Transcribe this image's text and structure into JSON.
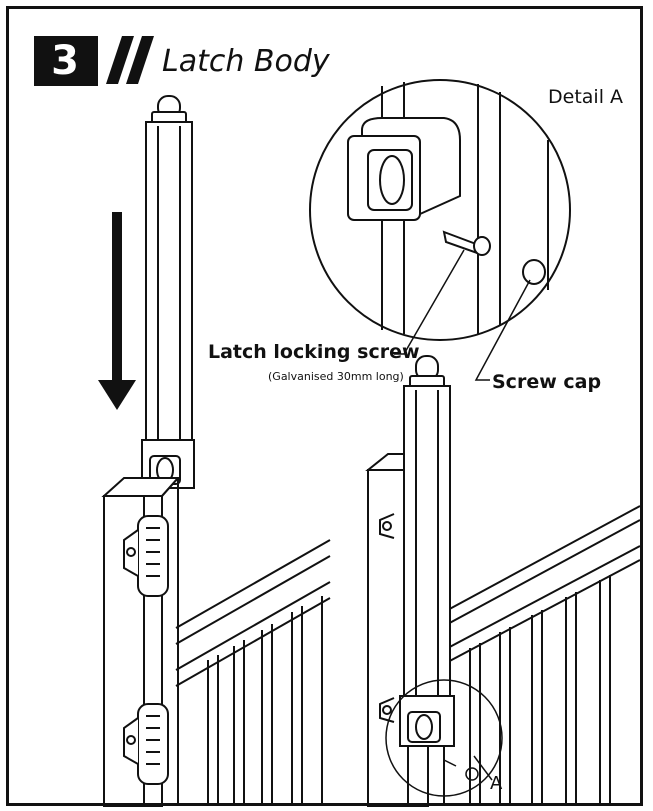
{
  "step": {
    "number": "3",
    "title": "Latch Body"
  },
  "labels": {
    "detail": "Detail A",
    "screw": "Latch locking screw",
    "screw_note": "(Galvanised 30mm long)",
    "cap": "Screw cap",
    "detail_marker": "A"
  },
  "icons": [
    "arrow-down-icon",
    "slash-marks-icon"
  ]
}
